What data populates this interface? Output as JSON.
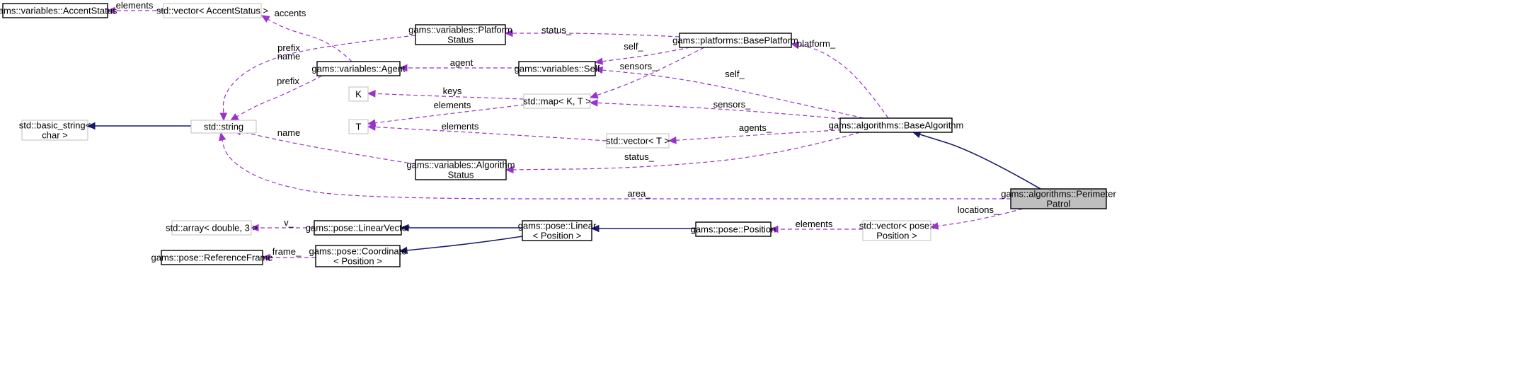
{
  "nodes": {
    "accent_status": {
      "lines": [
        "gams::variables::AccentStatus"
      ],
      "kind": "class"
    },
    "vec_accent": {
      "lines": [
        "std::vector< AccentStatus >"
      ],
      "kind": "external"
    },
    "platform_status": {
      "lines": [
        "gams::variables::Platform",
        "Status"
      ],
      "kind": "class"
    },
    "base_platform": {
      "lines": [
        "gams::platforms::BasePlatform"
      ],
      "kind": "class"
    },
    "agent": {
      "lines": [
        "gams::variables::Agent"
      ],
      "kind": "class"
    },
    "self": {
      "lines": [
        "gams::variables::Self"
      ],
      "kind": "class"
    },
    "k": {
      "lines": [
        "K"
      ],
      "kind": "external"
    },
    "map_kt": {
      "lines": [
        "std::map< K, T >"
      ],
      "kind": "external"
    },
    "basic_string": {
      "lines": [
        "std::basic_string<",
        "char >"
      ],
      "kind": "external"
    },
    "string": {
      "lines": [
        "std::string"
      ],
      "kind": "external"
    },
    "t": {
      "lines": [
        "T"
      ],
      "kind": "external"
    },
    "vec_t": {
      "lines": [
        "std::vector< T >"
      ],
      "kind": "external"
    },
    "base_algorithm": {
      "lines": [
        "gams::algorithms::BaseAlgorithm"
      ],
      "kind": "class"
    },
    "algorithm_status": {
      "lines": [
        "gams::variables::Algorithm",
        "Status"
      ],
      "kind": "class"
    },
    "perimeter_patrol": {
      "lines": [
        "gams::algorithms::Perimeter",
        "Patrol"
      ],
      "kind": "focus"
    },
    "array_double": {
      "lines": [
        "std::array< double, 3 >"
      ],
      "kind": "external"
    },
    "linear_vector": {
      "lines": [
        "gams::pose::LinearVector"
      ],
      "kind": "class"
    },
    "linear_position": {
      "lines": [
        "gams::pose::Linear",
        "< Position >"
      ],
      "kind": "class"
    },
    "position": {
      "lines": [
        "gams::pose::Position"
      ],
      "kind": "class"
    },
    "vec_pose_position": {
      "lines": [
        "std::vector< pose::",
        "Position >"
      ],
      "kind": "external"
    },
    "reference_frame": {
      "lines": [
        "gams::pose::ReferenceFrame"
      ],
      "kind": "class"
    },
    "coordinate_position": {
      "lines": [
        "gams::pose::Coordinate",
        "< Position >"
      ],
      "kind": "class"
    }
  },
  "edges": [
    {
      "id": "vec_accent_to_accent_status",
      "type": "uses",
      "label": [
        "elements"
      ]
    },
    {
      "id": "agent_to_vec_accent",
      "type": "uses",
      "label": [
        "accents"
      ]
    },
    {
      "id": "base_platform_to_platform_status",
      "type": "uses",
      "label": [
        "status_"
      ]
    },
    {
      "id": "base_platform_to_self",
      "type": "uses",
      "label": [
        "self_"
      ]
    },
    {
      "id": "base_algorithm_to_base_platform",
      "type": "uses",
      "label": [
        "platform_"
      ]
    },
    {
      "id": "self_to_agent",
      "type": "uses",
      "label": [
        "agent"
      ]
    },
    {
      "id": "base_algorithm_to_self",
      "type": "uses",
      "label": [
        "self_"
      ]
    },
    {
      "id": "platform_status_to_string",
      "type": "uses",
      "label": [
        "prefix",
        "name"
      ]
    },
    {
      "id": "agent_to_string",
      "type": "uses",
      "label": [
        "prefix"
      ]
    },
    {
      "id": "map_kt_to_k",
      "type": "uses",
      "label": [
        "keys"
      ]
    },
    {
      "id": "map_kt_to_t",
      "type": "uses",
      "label": [
        "elements"
      ]
    },
    {
      "id": "base_platform_to_map_kt",
      "type": "uses",
      "label": [
        "sensors_"
      ]
    },
    {
      "id": "base_algorithm_to_map_kt",
      "type": "uses",
      "label": [
        "sensors_"
      ]
    },
    {
      "id": "string_to_basic_string",
      "type": "inherit",
      "label": []
    },
    {
      "id": "vec_t_to_t",
      "type": "uses",
      "label": [
        "elements"
      ]
    },
    {
      "id": "base_algorithm_to_vec_t",
      "type": "uses",
      "label": [
        "agents_"
      ]
    },
    {
      "id": "algorithm_status_to_string",
      "type": "uses",
      "label": [
        "name"
      ]
    },
    {
      "id": "base_algorithm_to_algorithm_status",
      "type": "uses",
      "label": [
        "status_"
      ]
    },
    {
      "id": "perimeter_patrol_to_base_algorithm",
      "type": "inherit",
      "label": []
    },
    {
      "id": "perimeter_patrol_to_string",
      "type": "uses",
      "label": [
        "area_"
      ]
    },
    {
      "id": "perimeter_patrol_to_vec_pose_position",
      "type": "uses",
      "label": [
        "locations_"
      ]
    },
    {
      "id": "vec_pose_position_to_position",
      "type": "uses",
      "label": [
        "elements"
      ]
    },
    {
      "id": "position_to_linear_position",
      "type": "inherit",
      "label": []
    },
    {
      "id": "linear_position_to_linear_vector",
      "type": "inherit",
      "label": []
    },
    {
      "id": "linear_position_to_coordinate_position",
      "type": "inherit",
      "label": []
    },
    {
      "id": "linear_vector_to_array_double",
      "type": "uses",
      "label": [
        "v_"
      ]
    },
    {
      "id": "coordinate_position_to_reference_frame",
      "type": "uses",
      "label": [
        "frame_"
      ]
    }
  ]
}
